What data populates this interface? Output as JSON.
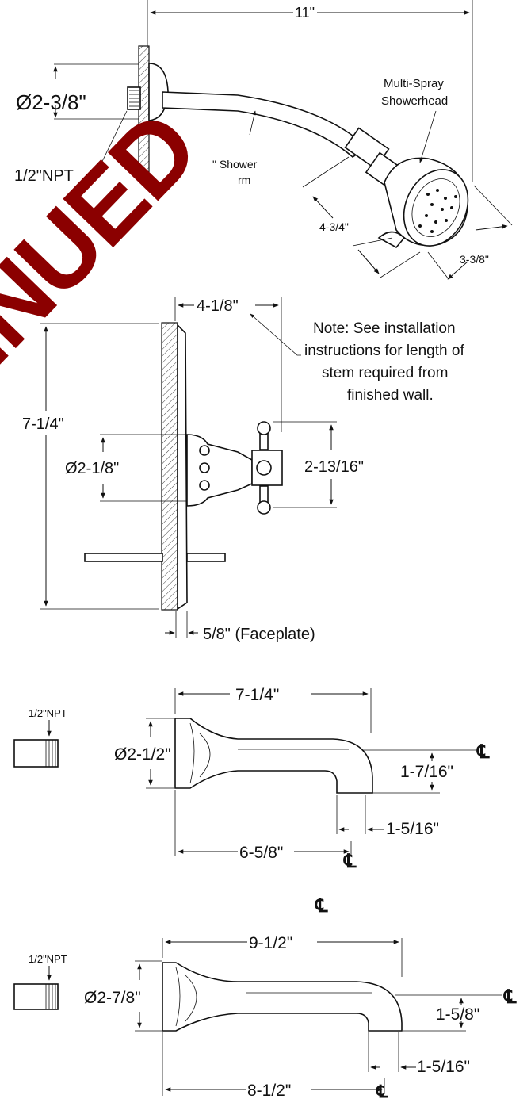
{
  "stamp": {
    "text": "DISCONTINUED",
    "visible_text": "INUED",
    "color": "#8b0000"
  },
  "showerhead": {
    "width": "11\"",
    "flange": "Ø2-3/8\"",
    "npt": "1/2\"NPT",
    "arm": "\" Shower",
    "arm_line2": "rm",
    "head_label_1": "Multi-Spray",
    "head_label_2": "Showerhead",
    "drop": "4-3/4\"",
    "face": "3-3/8\""
  },
  "valve": {
    "depth": "4-1/8\"",
    "note_lines": [
      "Note: See installation",
      "instructions for length of",
      "stem required from",
      "finished wall."
    ],
    "height": "7-1/4\"",
    "escutcheon": "Ø2-1/8\"",
    "handle": "2-13/16\"",
    "faceplate": "5/8\" (Faceplate)"
  },
  "spout1": {
    "npt": "1/2\"NPT",
    "length": "7-1/4\"",
    "dia": "Ø2-1/2\"",
    "drop": "1-7/16\"",
    "outlet": "1-5/16\"",
    "to_center": "6-5/8\"",
    "cl": "℄",
    "cl2": "℄",
    "cl3": "℄"
  },
  "spout2": {
    "npt": "1/2\"NPT",
    "length": "9-1/2\"",
    "dia": "Ø2-7/8\"",
    "drop": "1-5/8\"",
    "outlet": "1-5/16\"",
    "to_center": "8-1/2\"",
    "cl": "℄",
    "cl2": "℄"
  }
}
